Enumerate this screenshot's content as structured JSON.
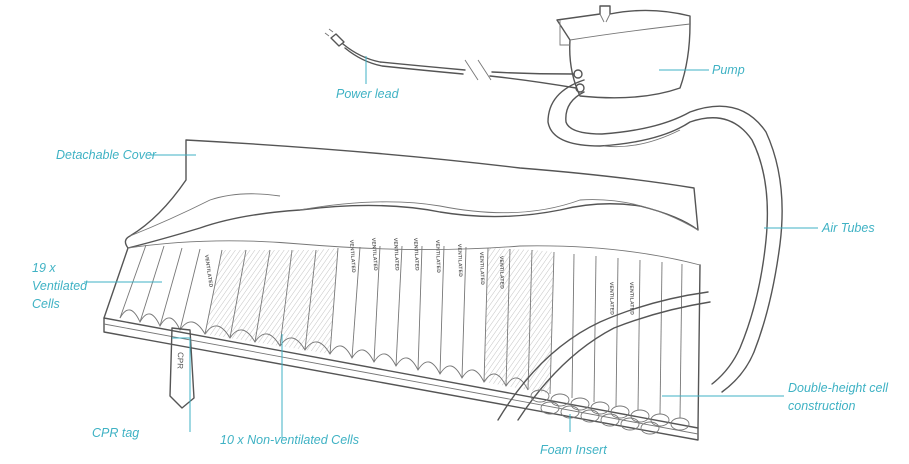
{
  "labels": {
    "power_lead": "Power lead",
    "pump": "Pump",
    "detachable_cover": "Detachable Cover",
    "air_tubes": "Air Tubes",
    "ventilated_cells_line1": "19 x",
    "ventilated_cells_line2": "Ventilated",
    "ventilated_cells_line3": "Cells",
    "cpr_tag": "CPR tag",
    "non_ventilated_cells": "10 x Non-ventilated Cells",
    "foam_insert": "Foam Insert",
    "double_height_line1": "Double-height cell",
    "double_height_line2": "construction"
  },
  "cell_text": "VENTILATED",
  "cpr_tag_text": "CPR",
  "colors": {
    "label": "#3fb2c4",
    "ink": "#555555"
  }
}
